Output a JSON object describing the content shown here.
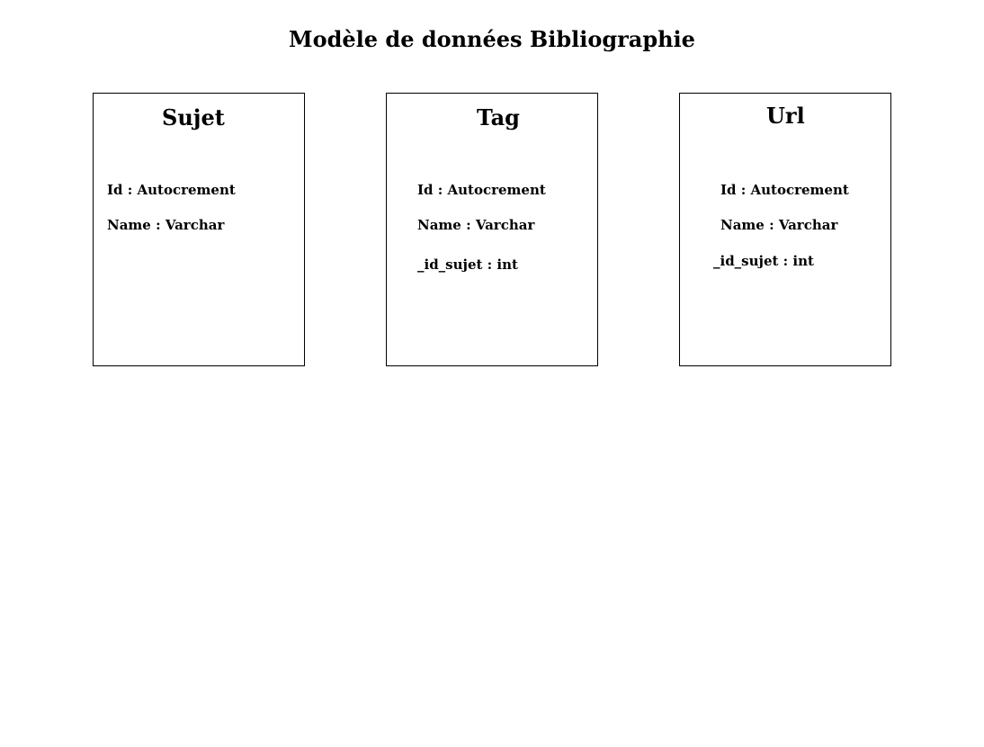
{
  "title": "Modèle de données Bibliographie",
  "entities": [
    {
      "name": "Sujet",
      "fields": [
        "Id : Autocrement",
        "Name : Varchar"
      ]
    },
    {
      "name": "Tag",
      "fields": [
        "Id : Autocrement",
        "Name : Varchar",
        "_id_sujet : int"
      ]
    },
    {
      "name": "Url",
      "fields": [
        "Id : Autocrement",
        "Name : Varchar",
        "_id_sujet : int"
      ]
    }
  ]
}
